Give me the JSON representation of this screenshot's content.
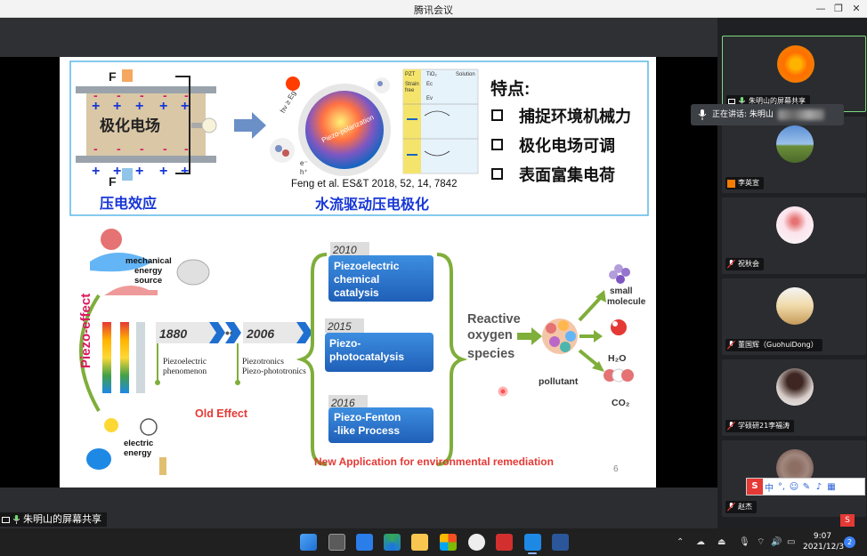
{
  "window": {
    "title": "腾讯会议"
  },
  "share": {
    "label": "朱明山的屏幕共享"
  },
  "slide": {
    "top": {
      "force_top": "F",
      "force_bottom": "F",
      "field_label": "极化电场",
      "effect_caption": "压电效应",
      "piezo_label": "Piezo-polarization",
      "light_label": "hν ≥ Eg",
      "carrier_e": "e⁻",
      "carrier_h": "h⁺",
      "panel_pzt": "PZT",
      "panel_tio2": "TiO₂",
      "panel_solution": "Solution",
      "panel_strain": "Strain",
      "panel_free": "free",
      "panel_ec": "Ec",
      "panel_ev": "Ev",
      "citation": "Feng et al. ES&T 2018, 52, 14, 7842",
      "water_caption": "水流驱动压电极化",
      "features_title": "特点:",
      "features": [
        "捕捉环境机械力",
        "极化电场可调",
        "表面富集电荷"
      ]
    },
    "bottom": {
      "mech_label_1": "mechanical",
      "mech_label_2": "energy",
      "mech_label_3": "source",
      "elec_label_1": "electric",
      "elec_label_2": "energy",
      "piezo_effect": "Piezo-effect",
      "year_1880": "1880",
      "year_2006": "2006",
      "pheno_1": "Piezoelectric",
      "pheno_2": "phenomenon",
      "tronics_1": "Piezotronics",
      "tronics_2": "Piezo-phototronics",
      "old_effect": "Old Effect",
      "boxes": [
        {
          "year": "2010",
          "lines": [
            "Piezoelectric",
            "chemical",
            "catalysis"
          ]
        },
        {
          "year": "2015",
          "lines": [
            "Piezo-",
            "photocatalysis"
          ]
        },
        {
          "year": "2016",
          "lines": [
            "Piezo-Fenton",
            "-like Process"
          ]
        }
      ],
      "ros_1": "Reactive",
      "ros_2": "oxygen",
      "ros_3": "species",
      "pollutant": "pollutant",
      "small_1": "small",
      "small_2": "molecule",
      "h2o": "H₂O",
      "co2": "CO₂",
      "new_app": "New Application for environmental remediation",
      "page_num": "6"
    }
  },
  "participants": [
    {
      "name": "朱明山的屏幕共享",
      "avatar": "flower-avatar",
      "active": true
    },
    {
      "name": "李英宣",
      "avatar": "landscape-avatar"
    },
    {
      "name": "祝秋会",
      "avatar": "flower-pink-avatar"
    },
    {
      "name": "董国辉（GuohuiDong）",
      "avatar": "beach-avatar"
    },
    {
      "name": "学硕研21李福涛",
      "avatar": "person-avatar"
    },
    {
      "name": "赵杰",
      "avatar": "tree-avatar"
    }
  ],
  "speaking": {
    "label": "正在讲话: 朱明山"
  },
  "ime": {
    "mode": "中"
  },
  "taskbar": {
    "time": "9:07",
    "date": "2021/12/3",
    "notifications": "2"
  },
  "colors": {
    "accent_green": "#7ed87e",
    "slide_blue": "#2e6fcf",
    "slide_green": "#7fae3a"
  }
}
